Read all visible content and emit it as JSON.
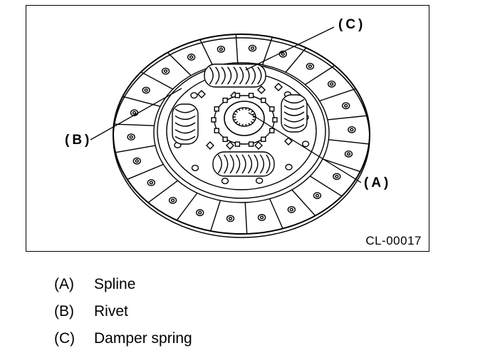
{
  "figure_code": "CL-00017",
  "callouts": {
    "a": "(A)",
    "b": "(B)",
    "c": "(C)"
  },
  "legend": [
    {
      "key": "(A)",
      "label": "Spline"
    },
    {
      "key": "(B)",
      "label": "Rivet"
    },
    {
      "key": "(C)",
      "label": "Damper spring"
    }
  ]
}
